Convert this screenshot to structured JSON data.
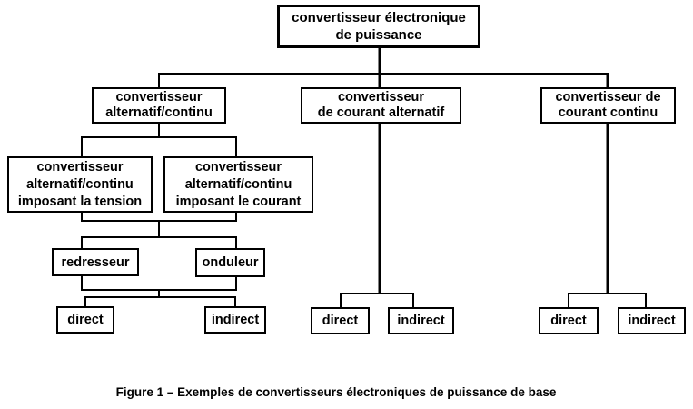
{
  "diagram": {
    "nodes": {
      "root": "convertisseur électronique\nde puissance",
      "ac_dc": "convertisseur\nalternatif/continu",
      "ac_ac": "convertisseur\nde courant alternatif",
      "dc_dc": "convertisseur de\ncourant continu",
      "voltage_source": "convertisseur\nalternatif/continu\nimposant la tension",
      "current_source": "convertisseur\nalternatif/continu\nimposant le courant",
      "rectifier": "redresseur",
      "inverter": "onduleur",
      "direct_left": "direct",
      "indirect_left": "indirect",
      "direct_mid": "direct",
      "indirect_mid": "indirect",
      "direct_right": "direct",
      "indirect_right": "indirect"
    },
    "caption": "Figure 1 – Exemples de convertisseurs électroniques de puissance de base",
    "colors": {
      "line": "#000000",
      "box_border": "#000000",
      "background": "#ffffff",
      "text": "#000000"
    }
  }
}
